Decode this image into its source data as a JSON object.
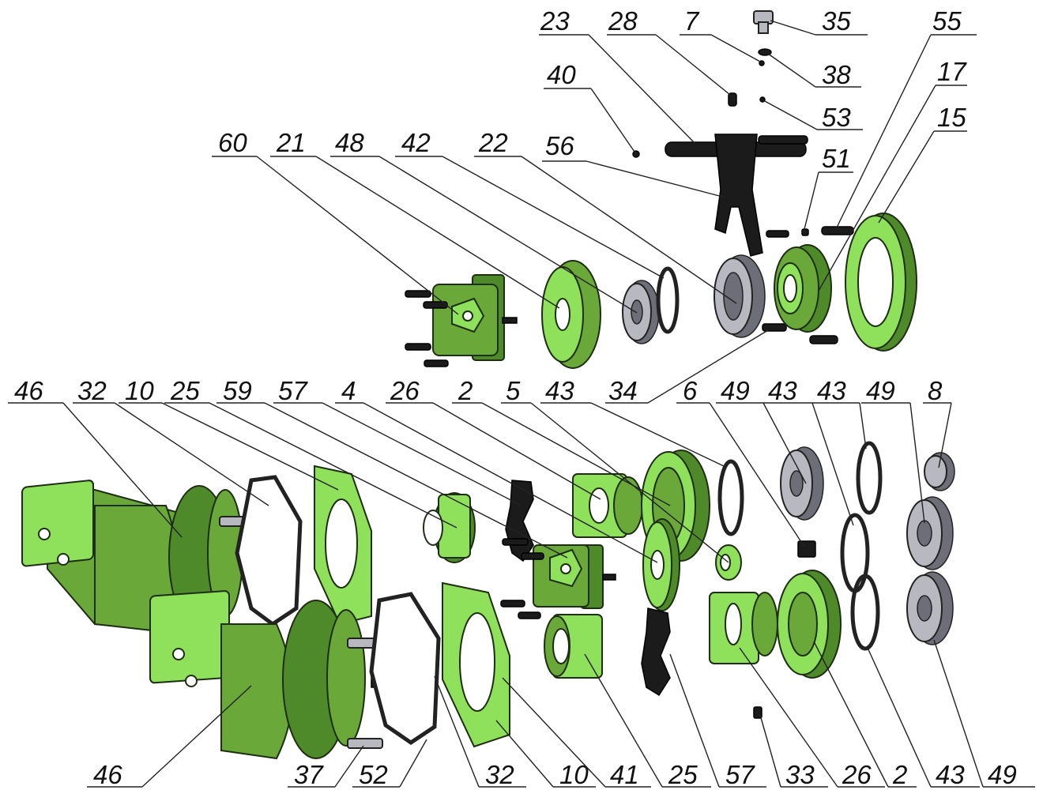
{
  "diagram": {
    "type": "exploded assembly drawing",
    "colors": {
      "part_green": "#6aa83a",
      "part_light_green": "#8fe05a",
      "fastener_black": "#1b1b1b",
      "bearing_grey": "#b8b8c0"
    },
    "callouts": [
      {
        "id": "c23",
        "text": "23"
      },
      {
        "id": "c28",
        "text": "28"
      },
      {
        "id": "c7",
        "text": "7"
      },
      {
        "id": "c35",
        "text": "35"
      },
      {
        "id": "c55",
        "text": "55"
      },
      {
        "id": "c38",
        "text": "38"
      },
      {
        "id": "c17",
        "text": "17"
      },
      {
        "id": "c40",
        "text": "40"
      },
      {
        "id": "c53",
        "text": "53"
      },
      {
        "id": "c15",
        "text": "15"
      },
      {
        "id": "c60",
        "text": "60"
      },
      {
        "id": "c21",
        "text": "21"
      },
      {
        "id": "c48",
        "text": "48"
      },
      {
        "id": "c42",
        "text": "42"
      },
      {
        "id": "c22",
        "text": "22"
      },
      {
        "id": "c56",
        "text": "56"
      },
      {
        "id": "c51",
        "text": "51"
      },
      {
        "id": "c34",
        "text": "34"
      },
      {
        "id": "c46a",
        "text": "46"
      },
      {
        "id": "c32a",
        "text": "32"
      },
      {
        "id": "c10a",
        "text": "10"
      },
      {
        "id": "c25a",
        "text": "25"
      },
      {
        "id": "c59",
        "text": "59"
      },
      {
        "id": "c57a",
        "text": "57"
      },
      {
        "id": "c4",
        "text": "4"
      },
      {
        "id": "c26a",
        "text": "26"
      },
      {
        "id": "c2a",
        "text": "2"
      },
      {
        "id": "c5",
        "text": "5"
      },
      {
        "id": "c43a",
        "text": "43"
      },
      {
        "id": "c6",
        "text": "6"
      },
      {
        "id": "c49a",
        "text": "49"
      },
      {
        "id": "c43b",
        "text": "43"
      },
      {
        "id": "c43c",
        "text": "43"
      },
      {
        "id": "c49b",
        "text": "49"
      },
      {
        "id": "c8",
        "text": "8"
      },
      {
        "id": "c46b",
        "text": "46"
      },
      {
        "id": "c37",
        "text": "37"
      },
      {
        "id": "c52",
        "text": "52"
      },
      {
        "id": "c32b",
        "text": "32"
      },
      {
        "id": "c10b",
        "text": "10"
      },
      {
        "id": "c41",
        "text": "41"
      },
      {
        "id": "c25b",
        "text": "25"
      },
      {
        "id": "c57b",
        "text": "57"
      },
      {
        "id": "c33",
        "text": "33"
      },
      {
        "id": "c26b",
        "text": "26"
      },
      {
        "id": "c2b",
        "text": "2"
      },
      {
        "id": "c43d",
        "text": "43"
      },
      {
        "id": "c49c",
        "text": "49"
      }
    ]
  }
}
